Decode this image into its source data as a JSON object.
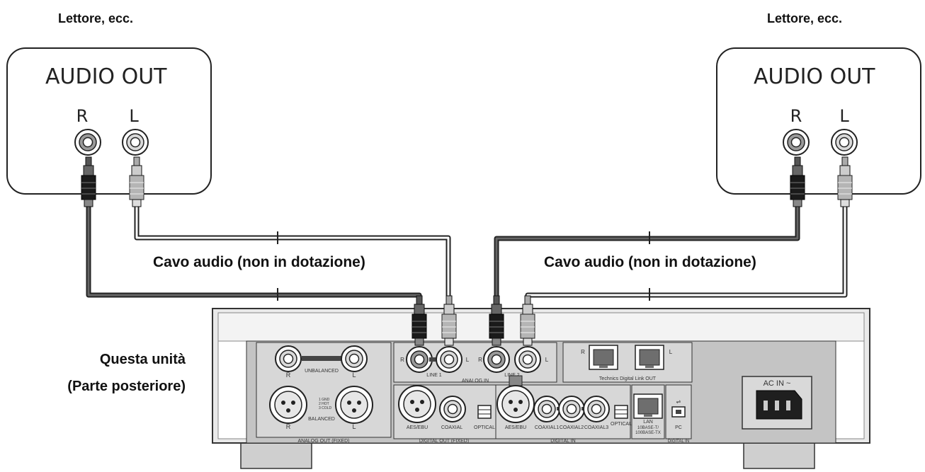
{
  "labels": {
    "player_left": "Lettore, ecc.",
    "player_right": "Lettore, ecc.",
    "cable_left": "Cavo audio (non in dotazione)",
    "cable_right": "Cavo audio (non in dotazione)",
    "unit_line1": "Questa unità",
    "unit_line2": "(Parte posteriore)"
  },
  "player_box": {
    "title": "AUDIO OUT",
    "right_channel": "R",
    "left_channel": "L"
  },
  "rear_panel": {
    "analog_out": {
      "unbalanced": "UNBALANCED",
      "balanced": "BALANCED",
      "pin_legend": [
        "1 GND",
        "2 HOT",
        "3 COLD"
      ],
      "section": "ANALOG OUT (FIXED)",
      "r_mark": "R",
      "l_mark": "L"
    },
    "analog_in": {
      "line1": "LINE 1",
      "line2": "LINE 2",
      "section": "ANALOG IN",
      "r_mark": "R",
      "l_mark": "L"
    },
    "digital_link": {
      "section": "Technics Digital Link OUT",
      "r_mark": "R",
      "l_mark": "L"
    },
    "digital_out": {
      "aes": "AES/EBU",
      "coaxial": "COAXIAL",
      "optical": "OPTICAL",
      "section": "DIGITAL OUT (FIXED)"
    },
    "digital_in": {
      "aes": "AES/EBU",
      "coaxial1": "COAXIAL1",
      "coaxial2": "COAXIAL2",
      "coaxial3": "COAXIAL3",
      "optical": "OPTICAL",
      "section": "DIGITAL IN"
    },
    "lan": {
      "label": "LAN",
      "spec1": "10BASE-T/",
      "spec2": "100BASE-TX"
    },
    "pc": {
      "label": "PC",
      "section": "DIGITAL IN"
    },
    "ac_in": "AC IN ~"
  }
}
